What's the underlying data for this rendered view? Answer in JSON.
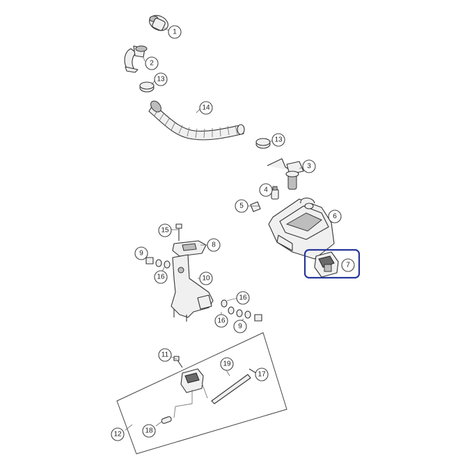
{
  "callouts": {
    "c1": "1",
    "c2": "2",
    "c3": "3",
    "c4": "4",
    "c5": "5",
    "c6": "6",
    "c7": "7",
    "c8": "8",
    "c9a": "9",
    "c9b": "9",
    "c10": "10",
    "c11": "11",
    "c12": "12",
    "c13a": "13",
    "c13b": "13",
    "c14": "14",
    "c15": "15",
    "c16a": "16",
    "c16b": "16",
    "c16c": "16",
    "c17": "17",
    "c18": "18",
    "c19": "19"
  },
  "highlight": {
    "part": "7",
    "color": "#27379a"
  }
}
